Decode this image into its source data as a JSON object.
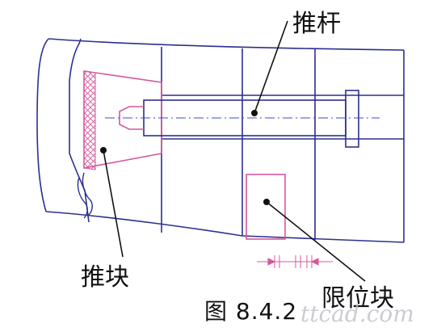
{
  "labels": {
    "push_rod": "推杆",
    "push_block": "推块",
    "limit_block": "限位块"
  },
  "caption": "图 8.4.2",
  "watermark": "ttcad.com",
  "colors": {
    "outline": "#2c2f8f",
    "part": "#d4589c",
    "centerline": "#3e4bd8",
    "leader": "#111111",
    "background": "#ffffff"
  }
}
